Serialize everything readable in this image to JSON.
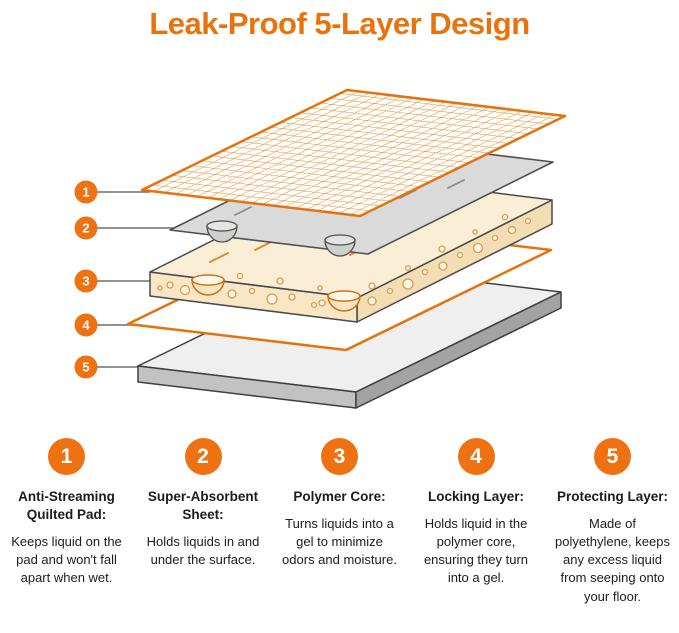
{
  "title": "Leak-Proof 5-Layer Design",
  "colors": {
    "accent_orange": "#E8730E",
    "badge_orange": "#EE7211",
    "mesh_orange": "#E68A24",
    "core_cream": "#FBEED7",
    "sheet_gray": "#DADADA",
    "base_gray": "#C2C2C2",
    "outline_gray": "#4A4A4A"
  },
  "diagram": {
    "markers": [
      "1",
      "2",
      "3",
      "4",
      "5"
    ],
    "layer_names": [
      "anti-streaming-quilted-pad",
      "super-absorbent-sheet",
      "polymer-core",
      "locking-layer",
      "protecting-layer"
    ]
  },
  "legend": [
    {
      "number": "1",
      "heading": "Anti-Streaming Quilted Pad:",
      "body": "Keeps liquid on the pad and won't fall apart when wet."
    },
    {
      "number": "2",
      "heading": "Super-Absorbent Sheet:",
      "body": "Holds liquids in and under the surface."
    },
    {
      "number": "3",
      "heading": "Polymer Core:",
      "body": "Turns liquids into a gel to minimize odors and moisture."
    },
    {
      "number": "4",
      "heading": "Locking Layer:",
      "body": "Holds liquid in the polymer core, ensuring they turn into a gel."
    },
    {
      "number": "5",
      "heading": "Protecting Layer:",
      "body": "Made of polyethylene, keeps any excess liquid from seeping onto your floor."
    }
  ]
}
